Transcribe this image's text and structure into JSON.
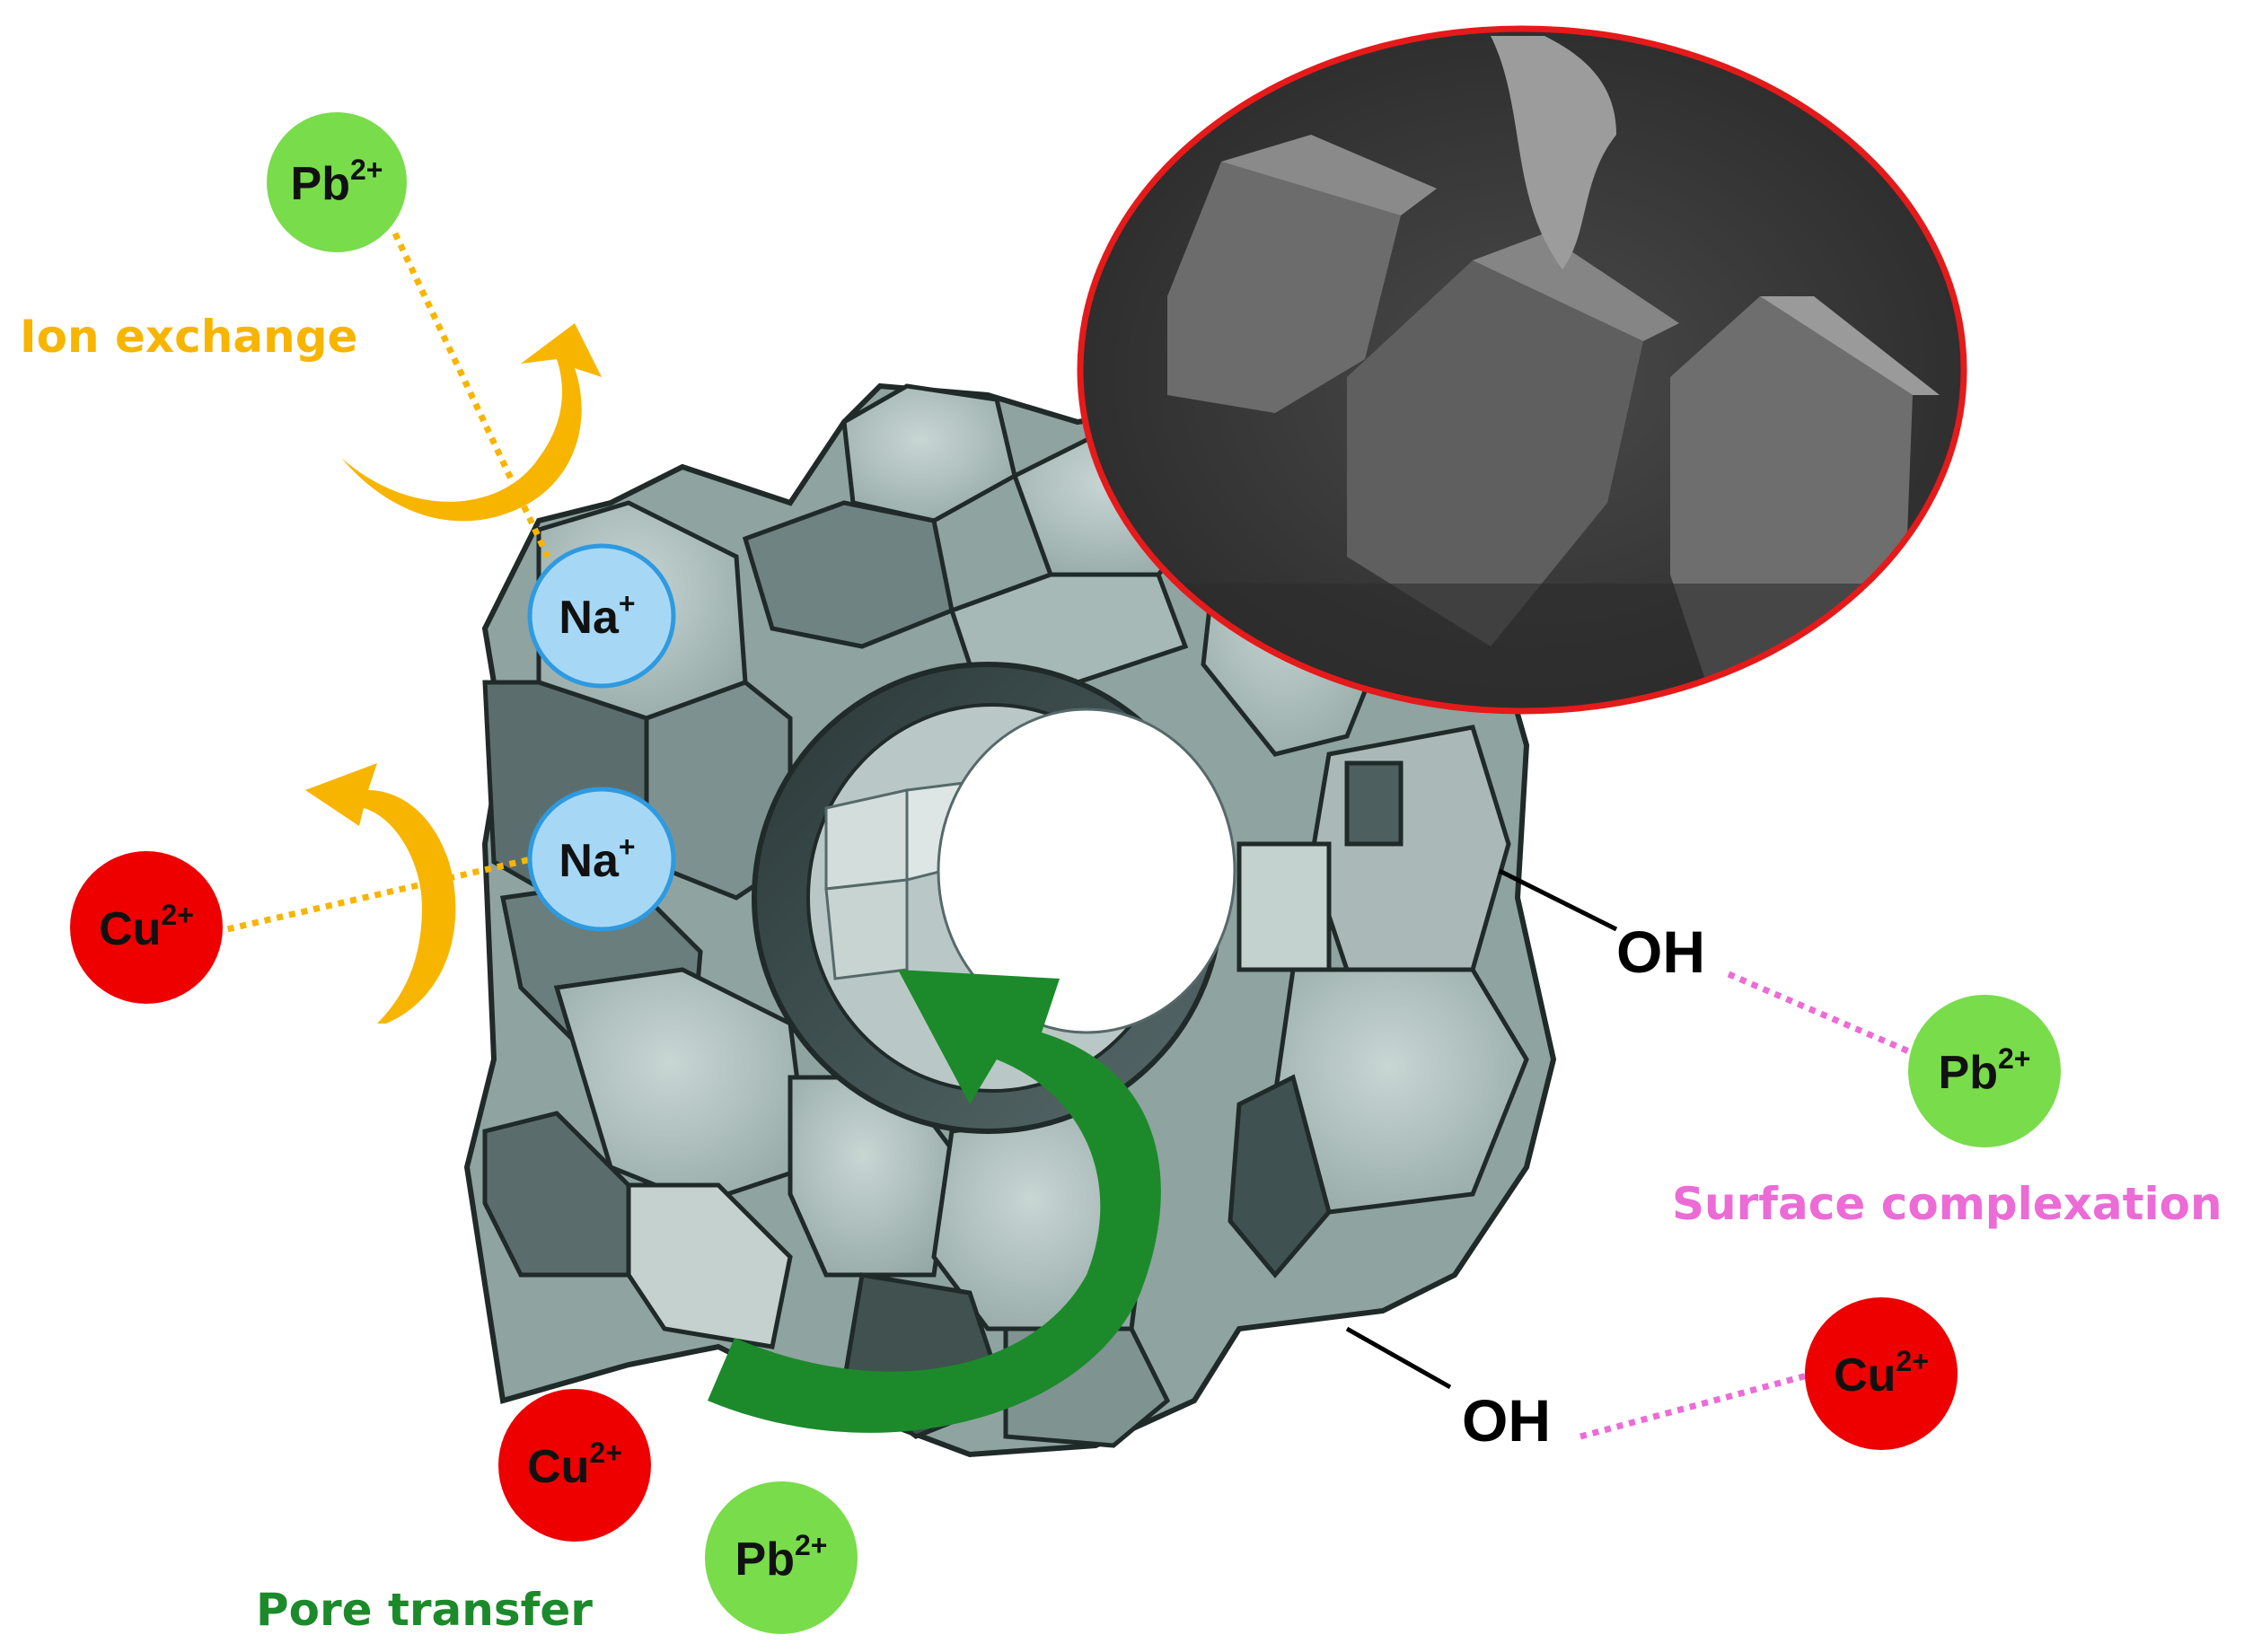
{
  "colors": {
    "pb_ion": "#79dc4b",
    "cu_ion": "#ee0000",
    "na_ion": "#a6d8f6",
    "na_ion_border": "#2e9ae0",
    "ion_exchange": "#f7b500",
    "pore_transfer": "#1c8a2a",
    "surface_complexation": "#ec6bd6",
    "inset_border": "#e51a1a",
    "framework_face": "#aebfbd",
    "framework_dark": "#3b4b4a",
    "framework_edge": "#1f2a29"
  },
  "ions": {
    "pb_top": {
      "base": "Pb",
      "charge": "2+"
    },
    "cu_left": {
      "base": "Cu",
      "charge": "2+"
    },
    "na_top": {
      "base": "Na",
      "charge": "+"
    },
    "na_mid": {
      "base": "Na",
      "charge": "+"
    },
    "pb_right": {
      "base": "Pb",
      "charge": "2+"
    },
    "cu_right": {
      "base": "Cu",
      "charge": "2+"
    },
    "cu_bottom": {
      "base": "Cu",
      "charge": "2+"
    },
    "pb_bottom": {
      "base": "Pb",
      "charge": "2+"
    }
  },
  "labels": {
    "ion_exchange": "Ion exchange",
    "surface_complexation": "Surface complexation",
    "pore_transfer": "Pore transfer",
    "oh_upper": "OH",
    "oh_lower": "OH"
  },
  "icons": {
    "framework": "zeolite-framework-illustration",
    "inset": "sem-micrograph-cubic-crystals"
  }
}
